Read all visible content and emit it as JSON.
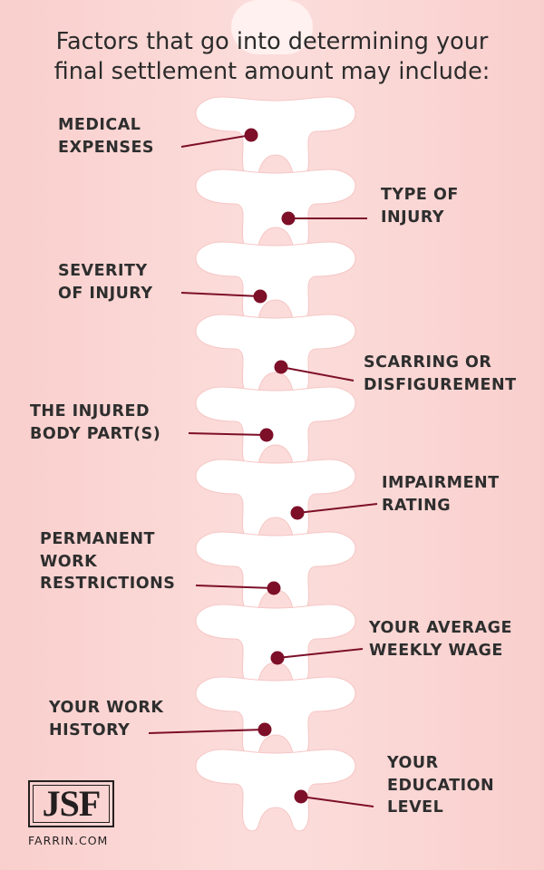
{
  "title": {
    "line1": "Factors that go into determining your",
    "line2": "final settlement amount may include:"
  },
  "factors": [
    {
      "lines": [
        "MEDICAL",
        "EXPENSES"
      ],
      "side": "left"
    },
    {
      "lines": [
        "TYPE OF",
        "INJURY"
      ],
      "side": "right"
    },
    {
      "lines": [
        "SEVERITY",
        "OF INJURY"
      ],
      "side": "left"
    },
    {
      "lines": [
        "SCARRING OR",
        "DISFIGUREMENT"
      ],
      "side": "right"
    },
    {
      "lines": [
        "THE INJURED",
        "BODY PART(S)"
      ],
      "side": "left"
    },
    {
      "lines": [
        "IMPAIRMENT",
        "RATING"
      ],
      "side": "right"
    },
    {
      "lines": [
        "PERMANENT",
        "WORK",
        "RESTRICTIONS"
      ],
      "side": "left"
    },
    {
      "lines": [
        "YOUR AVERAGE",
        "WEEKLY WAGE"
      ],
      "side": "right"
    },
    {
      "lines": [
        "YOUR WORK",
        "HISTORY"
      ],
      "side": "left"
    },
    {
      "lines": [
        "YOUR",
        "EDUCATION",
        "LEVEL"
      ],
      "side": "right"
    }
  ],
  "logo": {
    "text": "JSF",
    "site": "FARRIN.COM"
  },
  "colors": {
    "background": "#fbdcda",
    "accent": "#7d0f28",
    "vertebra": "#ffffff",
    "text": "#2e2e2e"
  }
}
